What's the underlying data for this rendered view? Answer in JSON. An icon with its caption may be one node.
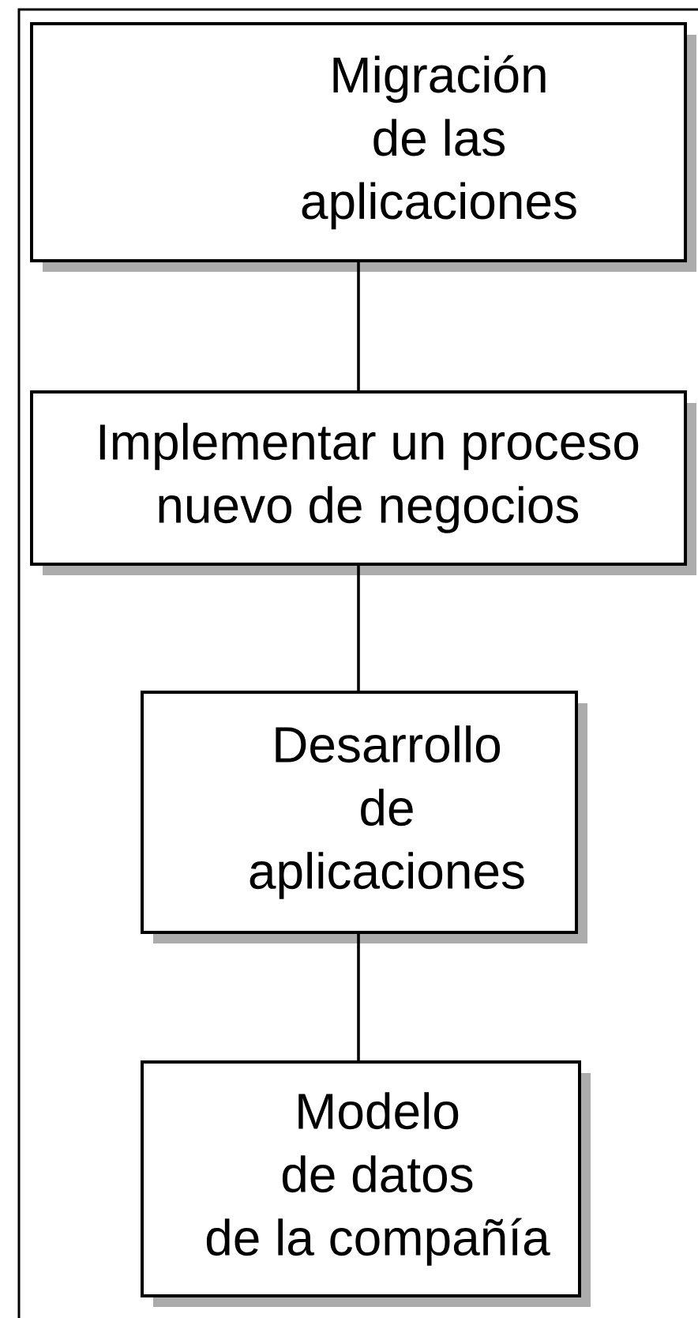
{
  "diagram": {
    "nodes": [
      {
        "text": [
          "Migración de las aplicaciones"
        ]
      },
      {
        "text": [
          "Implementar un proceso nuevo de negocios"
        ]
      },
      {
        "text": [
          "Desarrollo de aplicaciones"
        ]
      },
      {
        "text": [
          "Modelo de datos de la compañía"
        ]
      }
    ],
    "edges": [
      {
        "from": 0,
        "to": 1,
        "arrow": "none"
      },
      {
        "from": 1,
        "to": 2,
        "arrow": "none"
      },
      {
        "from": 2,
        "to": 3,
        "arrow": "none"
      }
    ]
  }
}
